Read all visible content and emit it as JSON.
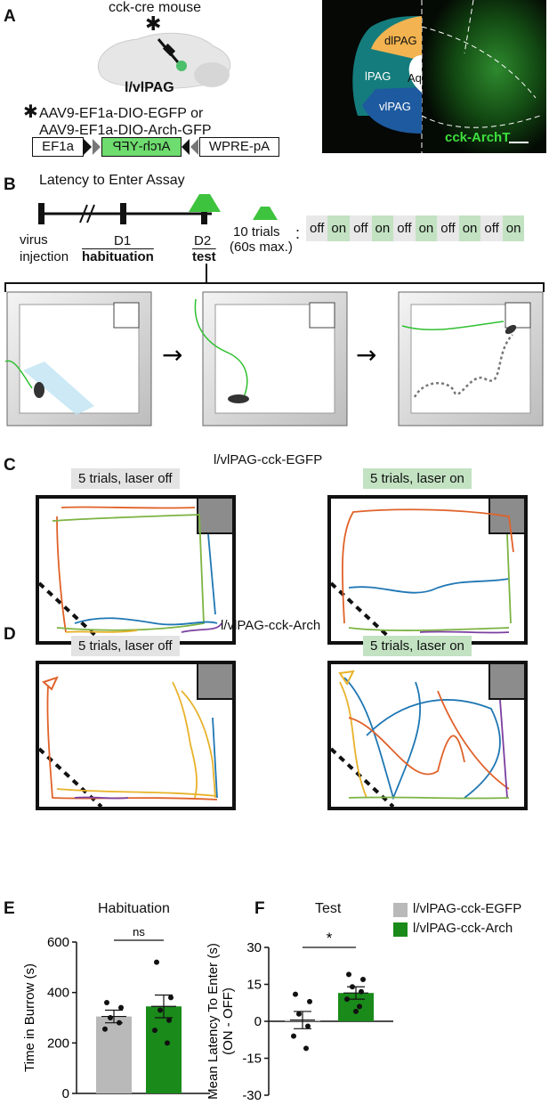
{
  "panels": {
    "a": "A",
    "b": "B",
    "c": "C",
    "d": "D",
    "e": "E",
    "f": "F"
  },
  "panel_a": {
    "mouse_label": "cck-cre mouse",
    "asterisk": "✱",
    "region_label": "l/vlPAG",
    "virus_line1": "AAV9-EF1a-DIO-EGFP or",
    "virus_line2": "AAV9-EF1a-DIO-Arch-GFP",
    "construct": [
      "EF1a",
      "Arch-YFP",
      "WPRE-pA"
    ],
    "histology": {
      "regions": [
        "dlPAG",
        "lPAG",
        "Aq",
        "vlPAG"
      ],
      "stain_label": "cck-ArchT"
    }
  },
  "panel_b": {
    "title": "Latency to Enter Assay",
    "timeline": [
      "virus injection",
      "D1",
      "habituation",
      "D2",
      "test"
    ],
    "trials_line1": "10 trials",
    "trials_line2": "(60s max.)",
    "colon": ":",
    "sequence": [
      "off",
      "on",
      "off",
      "on",
      "off",
      "on",
      "off",
      "on",
      "off",
      "on"
    ]
  },
  "panel_c": {
    "title": "l/vlPAG-cck-EGFP",
    "left_tag": "5 trials, laser off",
    "right_tag": "5 trials, laser on"
  },
  "panel_d": {
    "title": "l/vlPAG-cck-Arch",
    "left_tag": "5 trials, laser off",
    "right_tag": "5 trials, laser on"
  },
  "colors": {
    "egfp": "#b9b9b9",
    "arch": "#1a8a1a",
    "laser_on_tag": "#c2e2c2",
    "laser_off_tag": "#e3e3e3",
    "trace_orange": "#e0622a",
    "trace_yellow": "#e8b22a",
    "trace_green": "#7cb342",
    "trace_blue": "#1f77b4",
    "trace_purple": "#7b3fa0"
  },
  "legend": [
    "l/vlPAG-cck-EGFP",
    "l/vlPAG-cck-Arch"
  ],
  "chart_data": [
    {
      "type": "bar",
      "title": "Habituation",
      "ylabel": "Time in Burrow (s)",
      "ylim": [
        0,
        600
      ],
      "yticks": [
        0,
        200,
        400,
        600
      ],
      "categories": [
        "l/vlPAG-cck-EGFP",
        "l/vlPAG-cck-Arch"
      ],
      "values": [
        305,
        345
      ],
      "errors": [
        25,
        45
      ],
      "points": [
        [
          360,
          340,
          300,
          280,
          255
        ],
        [
          520,
          380,
          330,
          290,
          250,
          200
        ]
      ],
      "significance": "ns"
    },
    {
      "type": "bar",
      "title": "Test",
      "ylabel": "Mean Latency To Enter (s) (ON - OFF)",
      "ylim": [
        -30,
        30
      ],
      "yticks": [
        -30,
        -15,
        0,
        15,
        30
      ],
      "categories": [
        "l/vlPAG-cck-EGFP",
        "l/vlPAG-cck-Arch"
      ],
      "values": [
        0.5,
        11.5
      ],
      "errors": [
        3.5,
        2.5
      ],
      "points": [
        [
          11,
          8,
          3,
          -2,
          -6,
          -11
        ],
        [
          19,
          17,
          14,
          12,
          9,
          6,
          4
        ]
      ],
      "significance": "*"
    }
  ]
}
